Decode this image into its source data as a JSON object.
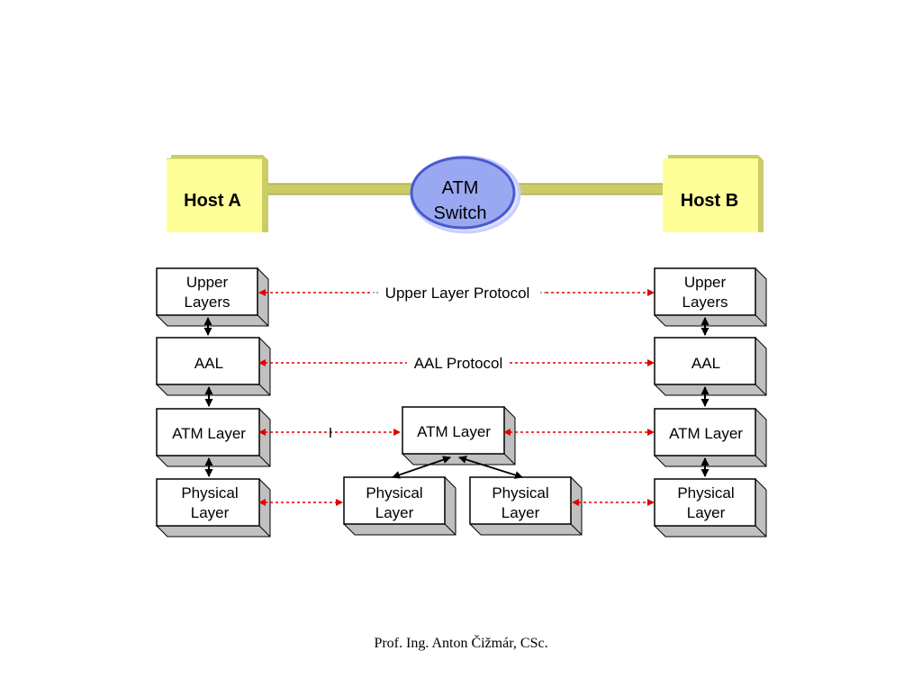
{
  "top": {
    "host_a": "Host A",
    "host_b": "Host B",
    "switch_line1": "ATM",
    "switch_line2": "Switch"
  },
  "stack_a": {
    "upper_line1": "Upper",
    "upper_line2": "Layers",
    "aal": "AAL",
    "atm_layer": "ATM Layer",
    "physical_line1": "Physical",
    "physical_line2": "Layer"
  },
  "stack_b": {
    "upper_line1": "Upper",
    "upper_line2": "Layers",
    "aal": "AAL",
    "atm_layer": "ATM Layer",
    "physical_line1": "Physical",
    "physical_line2": "Layer"
  },
  "switch_stack": {
    "atm_layer": "ATM Layer",
    "physical_left_line1": "Physical",
    "physical_left_line2": "Layer",
    "physical_right_line1": "Physical",
    "physical_right_line2": "Layer"
  },
  "protocols": {
    "upper_layer": "Upper Layer Protocol",
    "aal": "AAL Protocol",
    "atm_marker": "I"
  },
  "footer": "Prof. Ing. Anton Čižmár, CSc.",
  "colors": {
    "host_fill": "#ffff99",
    "host_shadow": "#cccc66",
    "link": "#cccc66",
    "switch_fill": "#99a8f0",
    "switch_border": "#4a5ad0",
    "box_side": "#c0c0c0",
    "dotted_arrow": "#e00000"
  }
}
